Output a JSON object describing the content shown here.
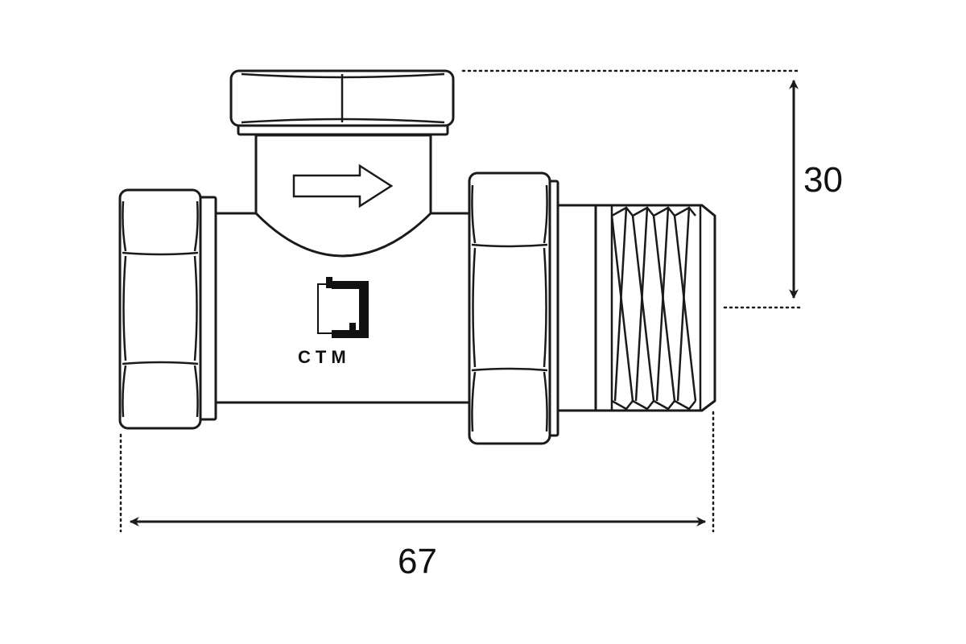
{
  "dimensions": {
    "height": "30",
    "length": "67"
  },
  "logo": {
    "text": "CTM"
  },
  "colors": {
    "line": "#1a1a1a",
    "background": "#ffffff"
  },
  "icons": {
    "flow_direction": "arrow-right-icon",
    "brand": "ctm-logo-icon"
  }
}
